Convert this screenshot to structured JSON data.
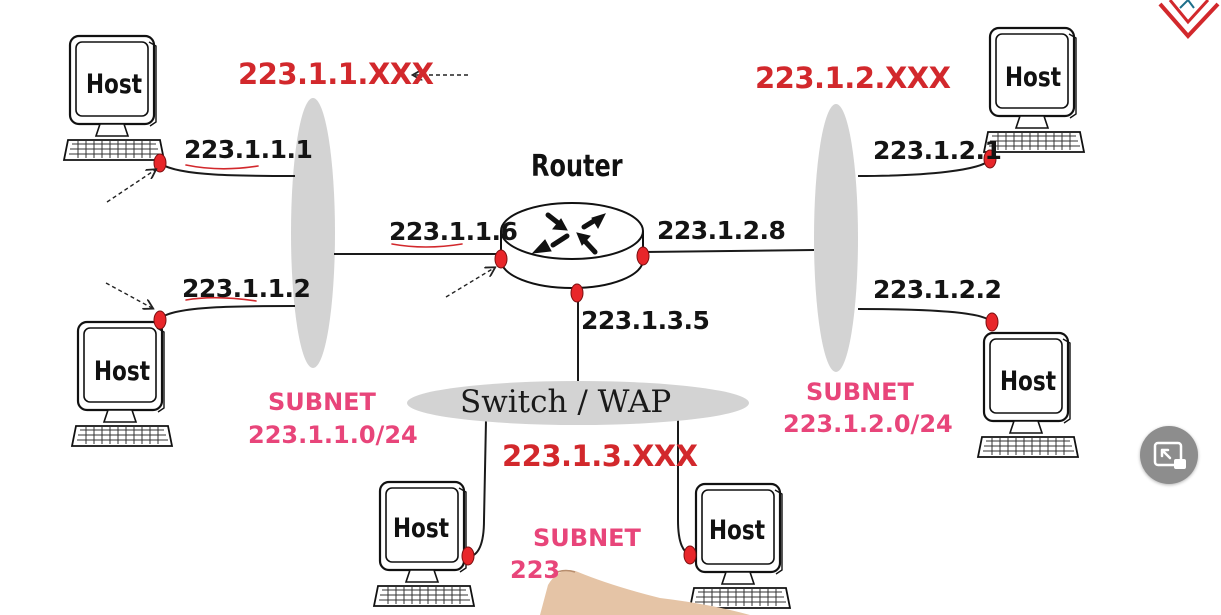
{
  "router": {
    "title": "Router"
  },
  "switch": {
    "label": "Switch / WAP"
  },
  "host_label": "Host",
  "left_subnet": {
    "network": "223.1.1.XXX",
    "host1_ip": "223.1.1.1",
    "host2_ip": "223.1.1.2",
    "router_ip": "223.1.1.6",
    "subnet_title": "SUBNET",
    "cidr": "223.1.1.0/24"
  },
  "right_subnet": {
    "network": "223.1.2.XXX",
    "host1_ip": "223.1.2.1",
    "host2_ip": "223.1.2.2",
    "router_ip": "223.1.2.8",
    "subnet_title": "SUBNET",
    "cidr": "223.1.2.0/24"
  },
  "bottom_subnet": {
    "network": "223.1.3.XXX",
    "router_ip": "223.1.3.5",
    "subnet_title": "SUBNET",
    "cidr_partial": "223"
  },
  "colors": {
    "network_red": "#d2282c",
    "subnet_pink": "#e8457a",
    "interface_red": "#e8262a",
    "link_gray": "#d3d3d3",
    "button_gray": "#8d8d8d"
  },
  "icons": [
    "host-computer-icon",
    "router-arrows-icon",
    "pip-icon",
    "channel-logo-icon",
    "pointing-hand"
  ]
}
